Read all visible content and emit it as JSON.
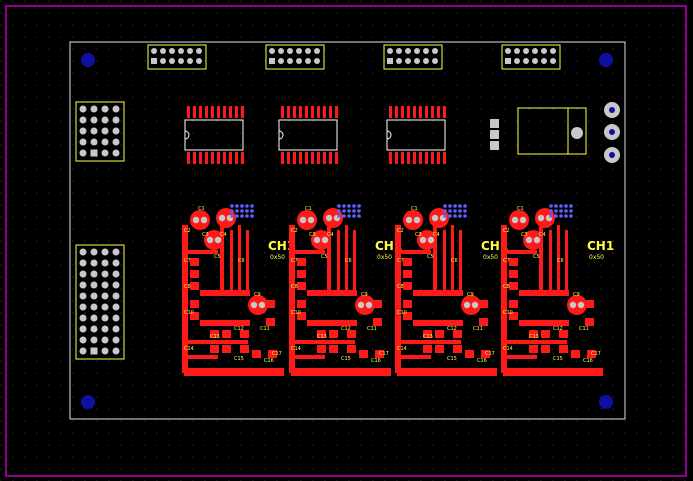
{
  "board": {
    "title": "",
    "channel_labels": [
      "CH1",
      "CH1",
      "CH1",
      "CH1"
    ],
    "channel_sublabels": [
      "0x50",
      "0x50",
      "0x50",
      "0x50"
    ],
    "colors": {
      "background": "#000000",
      "outline": "#c000c0",
      "keepout": "#e8e8e8",
      "copper_top": "#ff1a1a",
      "silkscreen": "#ffff40",
      "pad": "#c8c8c8",
      "via_blue": "#1010a0",
      "grid_dot": "#404040"
    },
    "channels": [
      {
        "ref": "channel-1",
        "labels": [
          "C1",
          "C2",
          "C3",
          "C4",
          "C5",
          "C6",
          "C7",
          "C8",
          "C9",
          "C10",
          "C11",
          "C12",
          "C13",
          "C14",
          "C15",
          "C16",
          "C17"
        ]
      },
      {
        "ref": "channel-2",
        "labels": [
          "C1",
          "C2",
          "C3",
          "C4",
          "C5",
          "C6",
          "C7",
          "C8",
          "C9",
          "C10",
          "C11",
          "C12",
          "C13",
          "C14",
          "C15",
          "C16",
          "C17"
        ]
      },
      {
        "ref": "channel-3",
        "labels": [
          "C1",
          "C2",
          "C3",
          "C4",
          "C5",
          "C6",
          "C7",
          "C8",
          "C9",
          "C10",
          "C11",
          "C12",
          "C13",
          "C14",
          "C15",
          "C16",
          "C17"
        ]
      },
      {
        "ref": "channel-4",
        "labels": [
          "C1",
          "C2",
          "C3",
          "C4",
          "C5",
          "C6",
          "C7",
          "C8",
          "C9",
          "C10",
          "C11",
          "C12",
          "C13",
          "C14",
          "C15",
          "C16",
          "C17"
        ]
      }
    ]
  }
}
